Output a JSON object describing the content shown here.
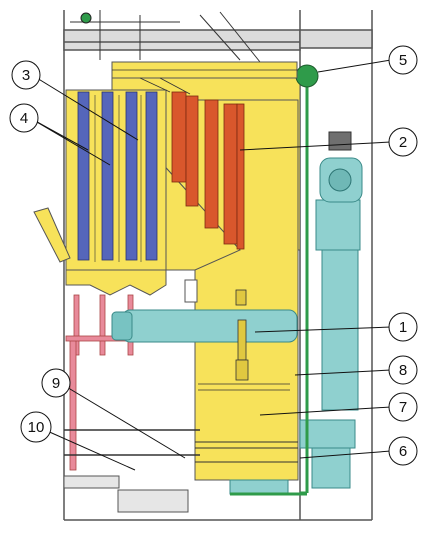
{
  "callouts": [
    {
      "id": "1",
      "label": "1"
    },
    {
      "id": "2",
      "label": "2"
    },
    {
      "id": "3",
      "label": "3"
    },
    {
      "id": "4",
      "label": "4"
    },
    {
      "id": "5",
      "label": "5"
    },
    {
      "id": "6",
      "label": "6"
    },
    {
      "id": "7",
      "label": "7"
    },
    {
      "id": "8",
      "label": "8"
    },
    {
      "id": "9",
      "label": "9"
    },
    {
      "id": "10",
      "label": "10"
    }
  ],
  "colors": {
    "furnace_yellow": "#f7e25a",
    "superheater_red": "#d9572c",
    "tube_blue": "#5566bb",
    "cyan_duct": "#8fd0cf",
    "green_pipe": "#2f9b4a",
    "pink_frame": "#e88a9a",
    "steel_gray": "#8c8c8c"
  }
}
